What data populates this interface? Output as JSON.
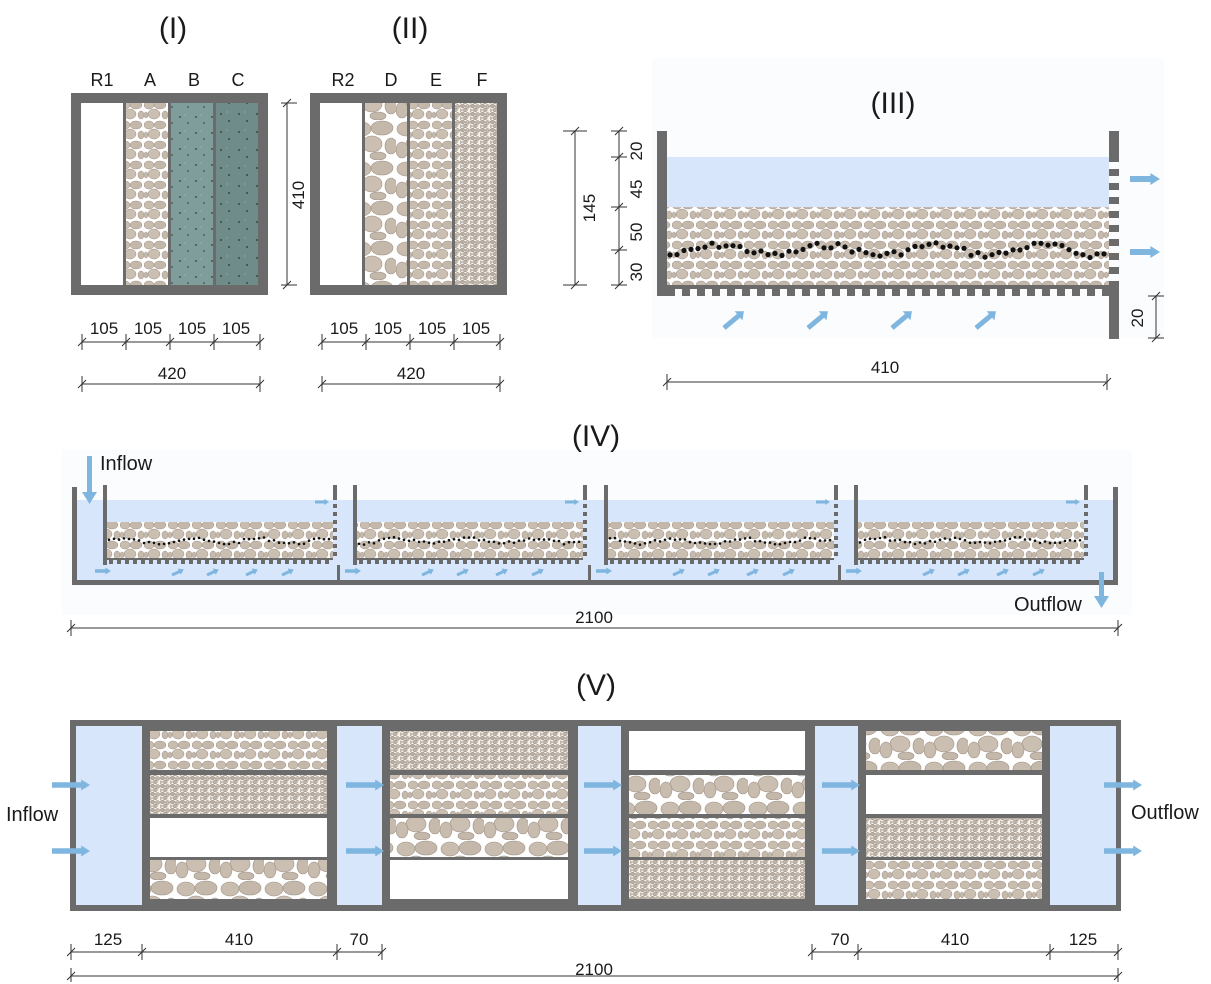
{
  "panels": {
    "p1": {
      "title": "(I)",
      "columns": [
        "R1",
        "A",
        "B",
        "C"
      ],
      "widths": [
        "105",
        "105",
        "105",
        "105"
      ],
      "total": "420",
      "height": "410"
    },
    "p2": {
      "title": "(II)",
      "columns": [
        "R2",
        "D",
        "E",
        "F"
      ],
      "widths": [
        "105",
        "105",
        "105",
        "105"
      ],
      "total": "420"
    },
    "p3": {
      "title": "(III)",
      "heights": [
        "20",
        "45",
        "50",
        "30"
      ],
      "total_height": "145",
      "bottom_gap": "20",
      "width": "410"
    },
    "p4": {
      "title": "(IV)",
      "inflow": "Inflow",
      "outflow": "Outflow",
      "total": "2100"
    },
    "p5": {
      "title": "(V)",
      "inflow": "Inflow",
      "outflow": "Outflow",
      "dims": [
        "125",
        "410",
        "70",
        "70",
        "410",
        "125"
      ],
      "total": "2100"
    }
  },
  "colors": {
    "wall": "#6b6b6b",
    "water": "#d7e6fa",
    "gravel": "#c9bdb0",
    "arrow": "#7fb6e0",
    "medium_b_c": "#7d9a98"
  }
}
